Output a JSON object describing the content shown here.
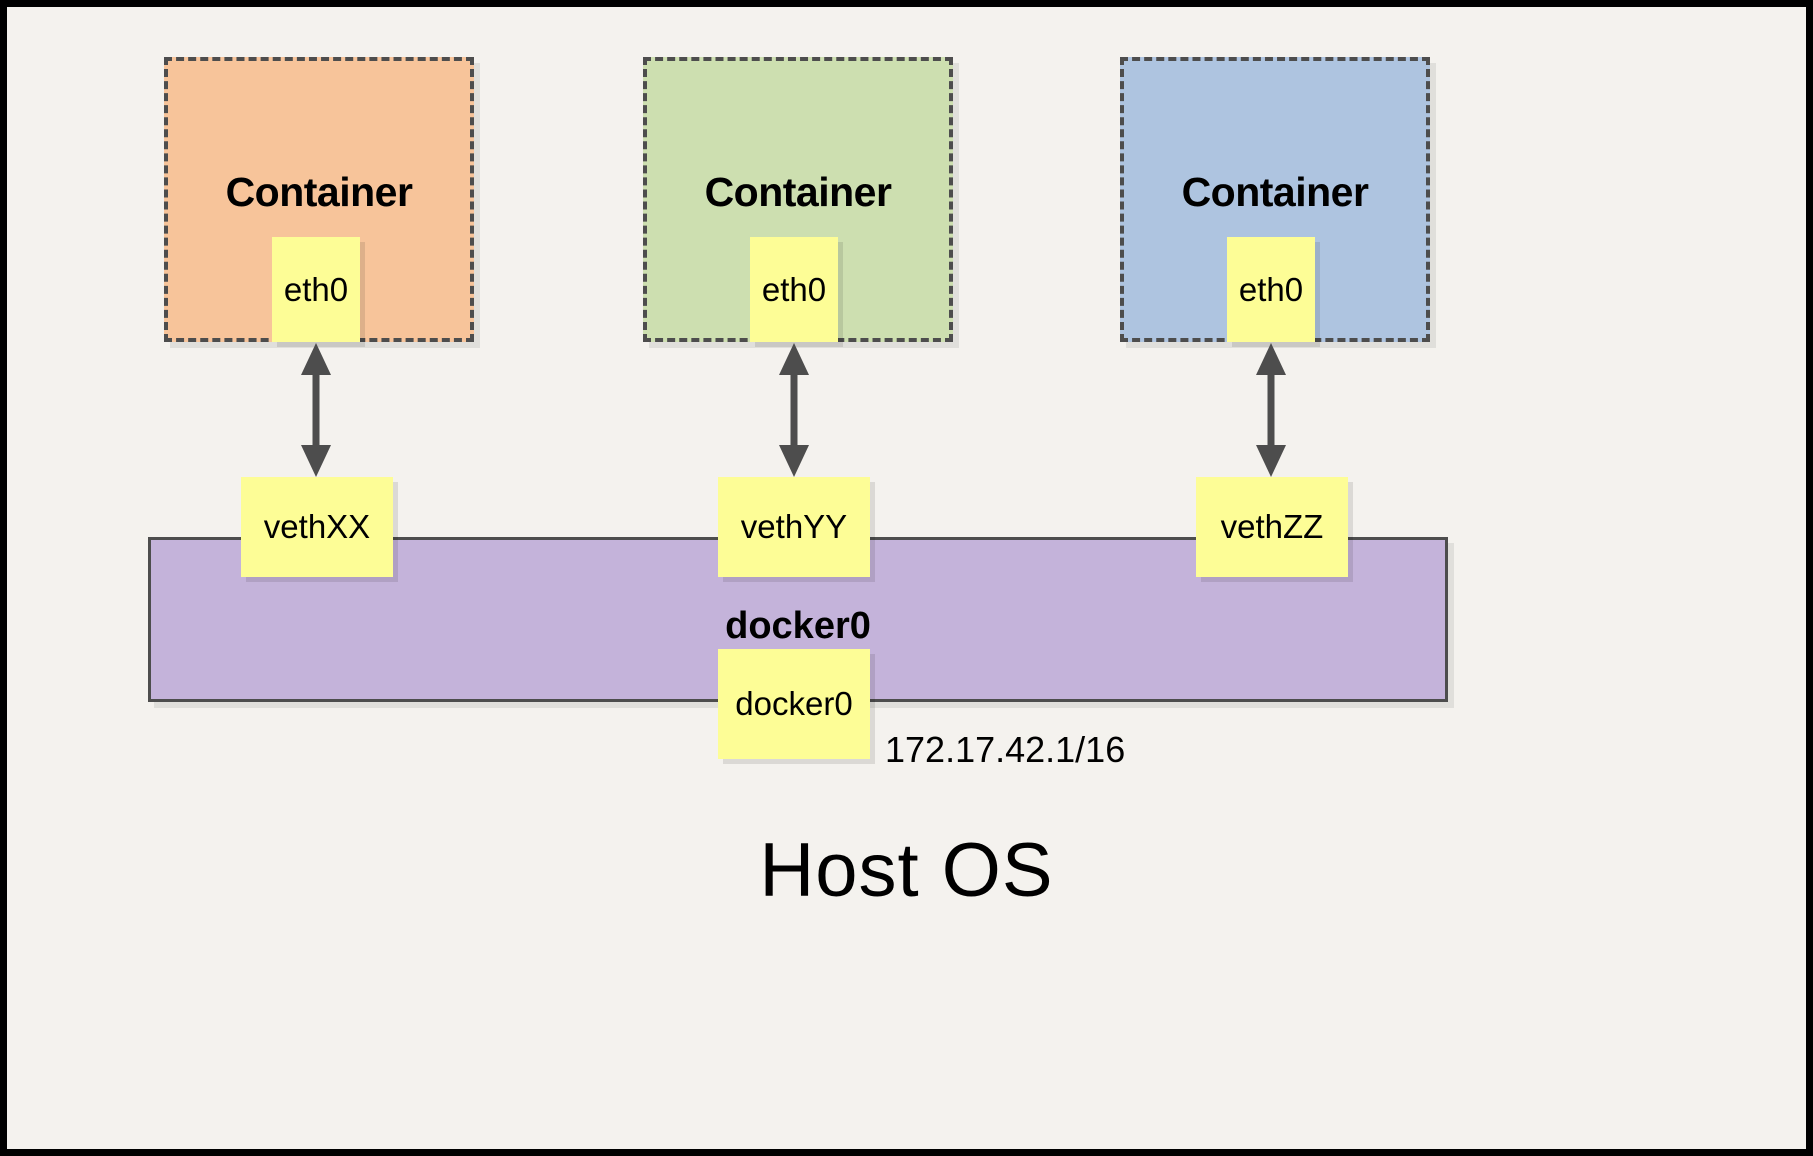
{
  "diagram": {
    "title_text": "Host OS",
    "background_color": "#f4f2ee",
    "border_color": "#000000"
  },
  "containers": [
    {
      "label": "Container",
      "fill_color": "#f7c49a",
      "border_style": "dashed",
      "interface": {
        "label": "eth0",
        "fill_color": "#fdfd96"
      }
    },
    {
      "label": "Container",
      "fill_color": "#cddfb0",
      "border_style": "dashed",
      "interface": {
        "label": "eth0",
        "fill_color": "#fdfd96"
      }
    },
    {
      "label": "Container",
      "fill_color": "#aec4e0",
      "border_style": "dashed",
      "interface": {
        "label": "eth0",
        "fill_color": "#fdfd96"
      }
    }
  ],
  "veth_pairs": [
    {
      "label": "vethXX"
    },
    {
      "label": "vethYY"
    },
    {
      "label": "vethZZ"
    }
  ],
  "bridge": {
    "bar_label": "docker0",
    "port_label": "docker0",
    "ip_label": "172.17.42.1/16",
    "fill_color": "#c4b3da",
    "border_color": "#4d4d4d"
  },
  "arrows": {
    "direction": "bidirectional",
    "color": "#4d4d4d",
    "count": 3
  }
}
